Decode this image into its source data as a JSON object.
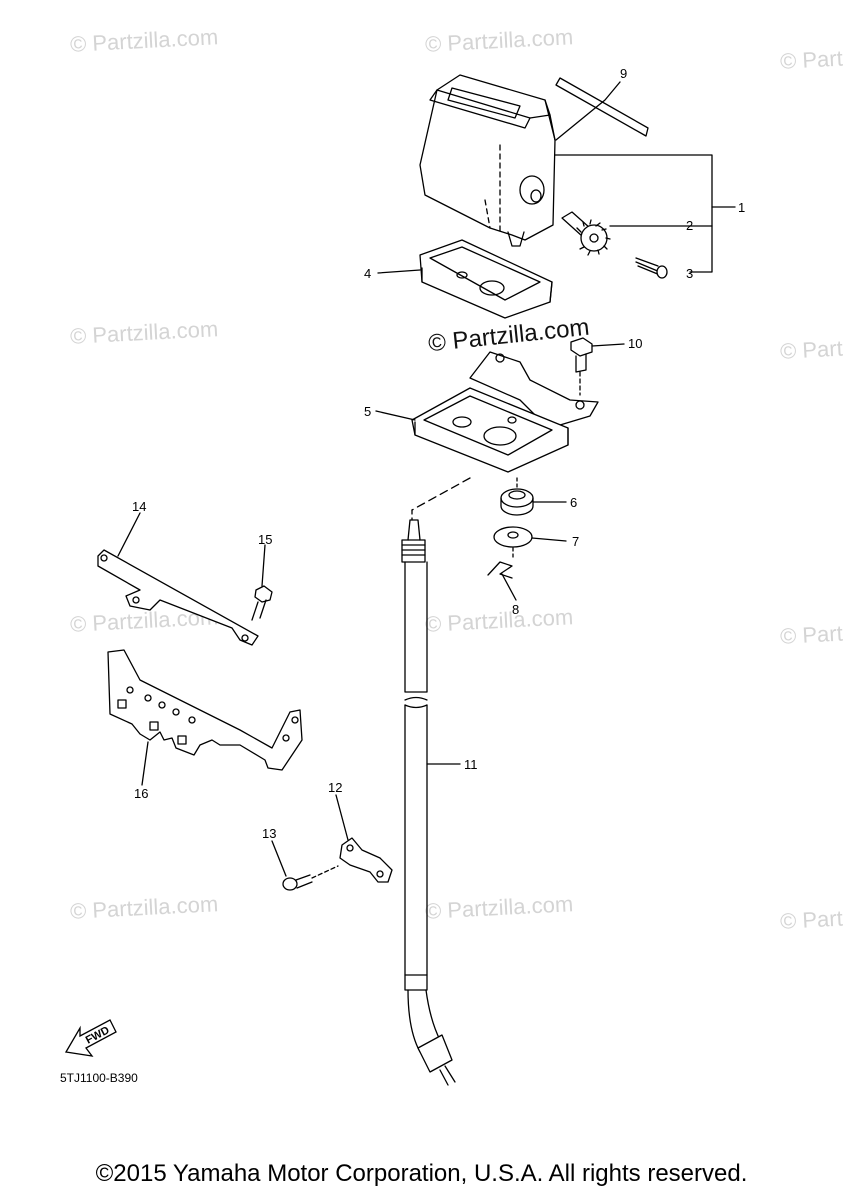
{
  "watermark": {
    "text": "© Partzilla.com",
    "center_text": "© Partzilla.com"
  },
  "callouts": [
    "1",
    "2",
    "3",
    "4",
    "5",
    "6",
    "7",
    "8",
    "9",
    "10",
    "11",
    "12",
    "13",
    "14",
    "15",
    "16"
  ],
  "fwd_label": "FWD",
  "diagram_code": "5TJ1100-B390",
  "copyright": "©2015 Yamaha Motor Corporation, U.S.A. All rights reserved."
}
